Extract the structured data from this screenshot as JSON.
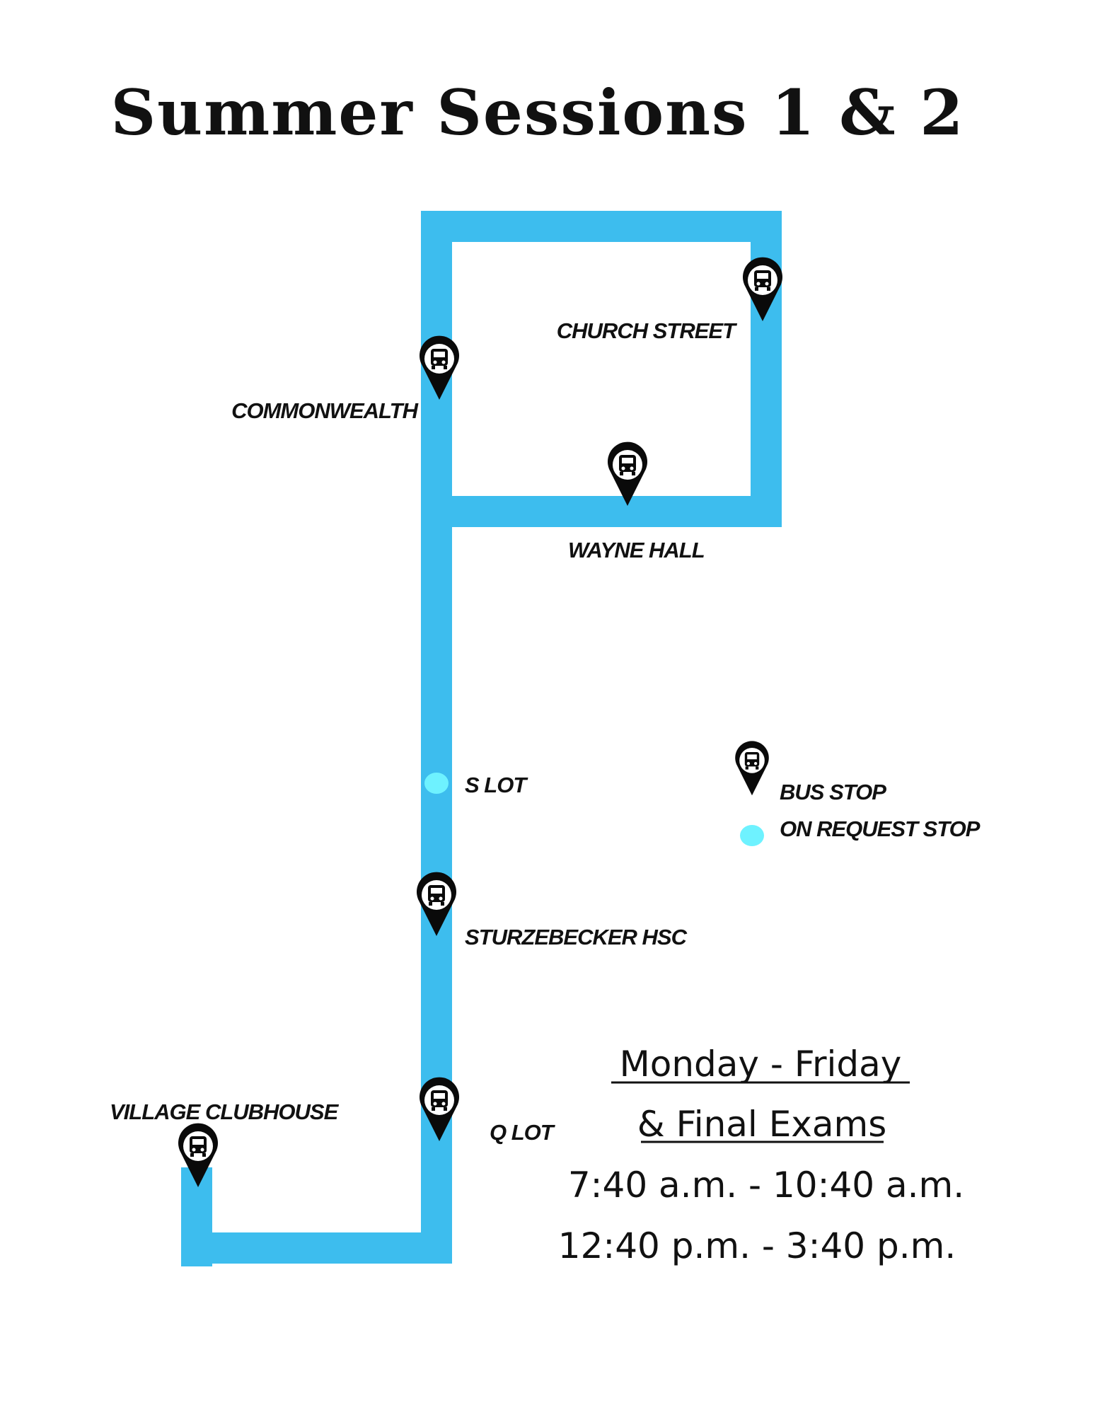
{
  "title": "Summer Sessions 1 & 2",
  "colors": {
    "route": "#3dbdee",
    "on_request": "#6ef2ff",
    "pin": "#0a0a0a",
    "text": "#111111"
  },
  "stops": [
    {
      "id": "church-street",
      "label": "CHURCH STREET",
      "type": "bus-stop"
    },
    {
      "id": "commonwealth",
      "label": "COMMONWEALTH",
      "type": "bus-stop"
    },
    {
      "id": "wayne-hall",
      "label": "WAYNE HALL",
      "type": "bus-stop"
    },
    {
      "id": "s-lot",
      "label": "S LOT",
      "type": "on-request"
    },
    {
      "id": "sturzebecker-hsc",
      "label": "STURZEBECKER HSC",
      "type": "bus-stop"
    },
    {
      "id": "q-lot",
      "label": "Q LOT",
      "type": "bus-stop"
    },
    {
      "id": "village-clubhouse",
      "label": "VILLAGE CLUBHOUSE",
      "type": "bus-stop"
    }
  ],
  "legend": {
    "bus_stop": "BUS STOP",
    "on_request": "ON REQUEST STOP",
    "bus_icon": "bus-icon"
  },
  "schedule": {
    "days": "Monday - Friday",
    "exams": "& Final Exams",
    "times": [
      "7:40 a.m. - 10:40 a.m.",
      "12:40 p.m. - 3:40 p.m."
    ]
  }
}
